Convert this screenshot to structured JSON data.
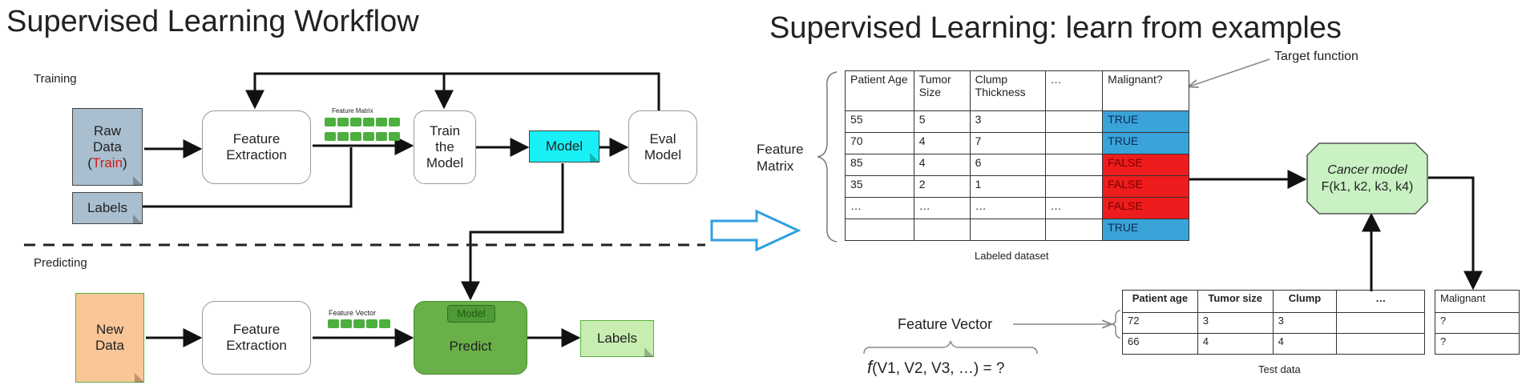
{
  "left": {
    "title": "Supervised Learning Workflow",
    "training_label": "Training",
    "predicting_label": "Predicting",
    "raw_data": {
      "line1": "Raw",
      "line2": "Data",
      "line3": "(",
      "train": "Train",
      "close": ")"
    },
    "labels_box": "Labels",
    "feature_extraction": {
      "line1": "Feature",
      "line2": "Extraction"
    },
    "feature_matrix_label": "Feature Matrix",
    "train_model": {
      "line1": "Train",
      "line2": "the",
      "line3": "Model"
    },
    "model": "Model",
    "eval_model": {
      "line1": "Eval",
      "line2": "Model"
    },
    "new_data": {
      "line1": "New",
      "line2": "Data"
    },
    "feature_extraction2": {
      "line1": "Feature",
      "line2": "Extraction"
    },
    "feature_vector_label": "Feature Vector",
    "predict_model_tag": "Model",
    "predict": "Predict",
    "labels_out": "Labels"
  },
  "right": {
    "title": "Supervised Learning: learn from examples",
    "target_function": "Target function",
    "feature_matrix": {
      "line1": "Feature",
      "line2": "Matrix"
    },
    "table": {
      "headers": [
        "Patient Age",
        "Tumor Size",
        "Clump Thickness",
        "…",
        "Malignant?"
      ],
      "rows": [
        [
          "55",
          "5",
          "3",
          "",
          "TRUE"
        ],
        [
          "70",
          "4",
          "7",
          "",
          "TRUE"
        ],
        [
          "85",
          "4",
          "6",
          "",
          "FALSE"
        ],
        [
          "35",
          "2",
          "1",
          "",
          "FALSE"
        ],
        [
          "…",
          "…",
          "…",
          "…",
          "FALSE"
        ],
        [
          "",
          "",
          "",
          "",
          "TRUE"
        ]
      ]
    },
    "labeled_dataset": "Labeled dataset",
    "cancer_model": {
      "line1": "Cancer model",
      "line2": "F(k1, k2, k3, k4)"
    },
    "feature_vector": "Feature Vector",
    "f_formula": {
      "f": "f",
      "rest": "(V1, V2, V3, …) = ?"
    },
    "test_table": {
      "headers": [
        "Patient age",
        "Tumor size",
        "Clump",
        "…"
      ],
      "rows": [
        [
          "72",
          "3",
          "3",
          ""
        ],
        [
          "66",
          "4",
          "4",
          ""
        ]
      ]
    },
    "test_data": "Test data",
    "malignant_table": {
      "header": "Malignant",
      "rows": [
        "?",
        "?"
      ]
    }
  },
  "colors": {
    "raw_data": "#a9bfcf",
    "new_data": "#f8c697",
    "model": "#18f0f5",
    "predict": "#6ab048",
    "labels_out": "#c7eeb0",
    "cancer_model": "#c9f1c3",
    "true_cell": "#3aa3d8",
    "false_cell": "#ee1c1c",
    "arrow_blue": "#2f9fe0"
  }
}
